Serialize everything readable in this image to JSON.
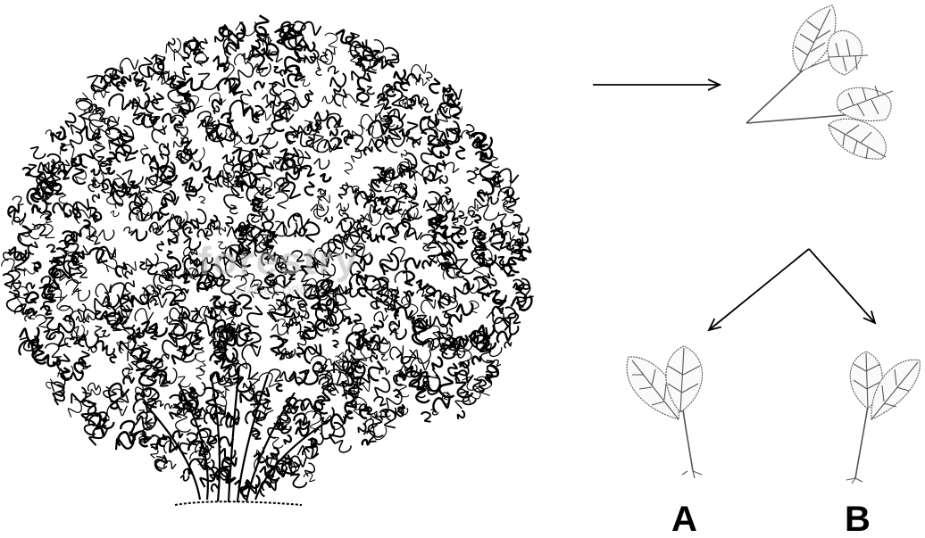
{
  "labels": {
    "a": "A",
    "b": "B"
  },
  "watermark": {
    "main": "forestry",
    "sub": "IMAGES.ORG"
  },
  "colors": {
    "ink": "#000000",
    "sketch": "#555555",
    "watermark": "#b8b8b8"
  }
}
